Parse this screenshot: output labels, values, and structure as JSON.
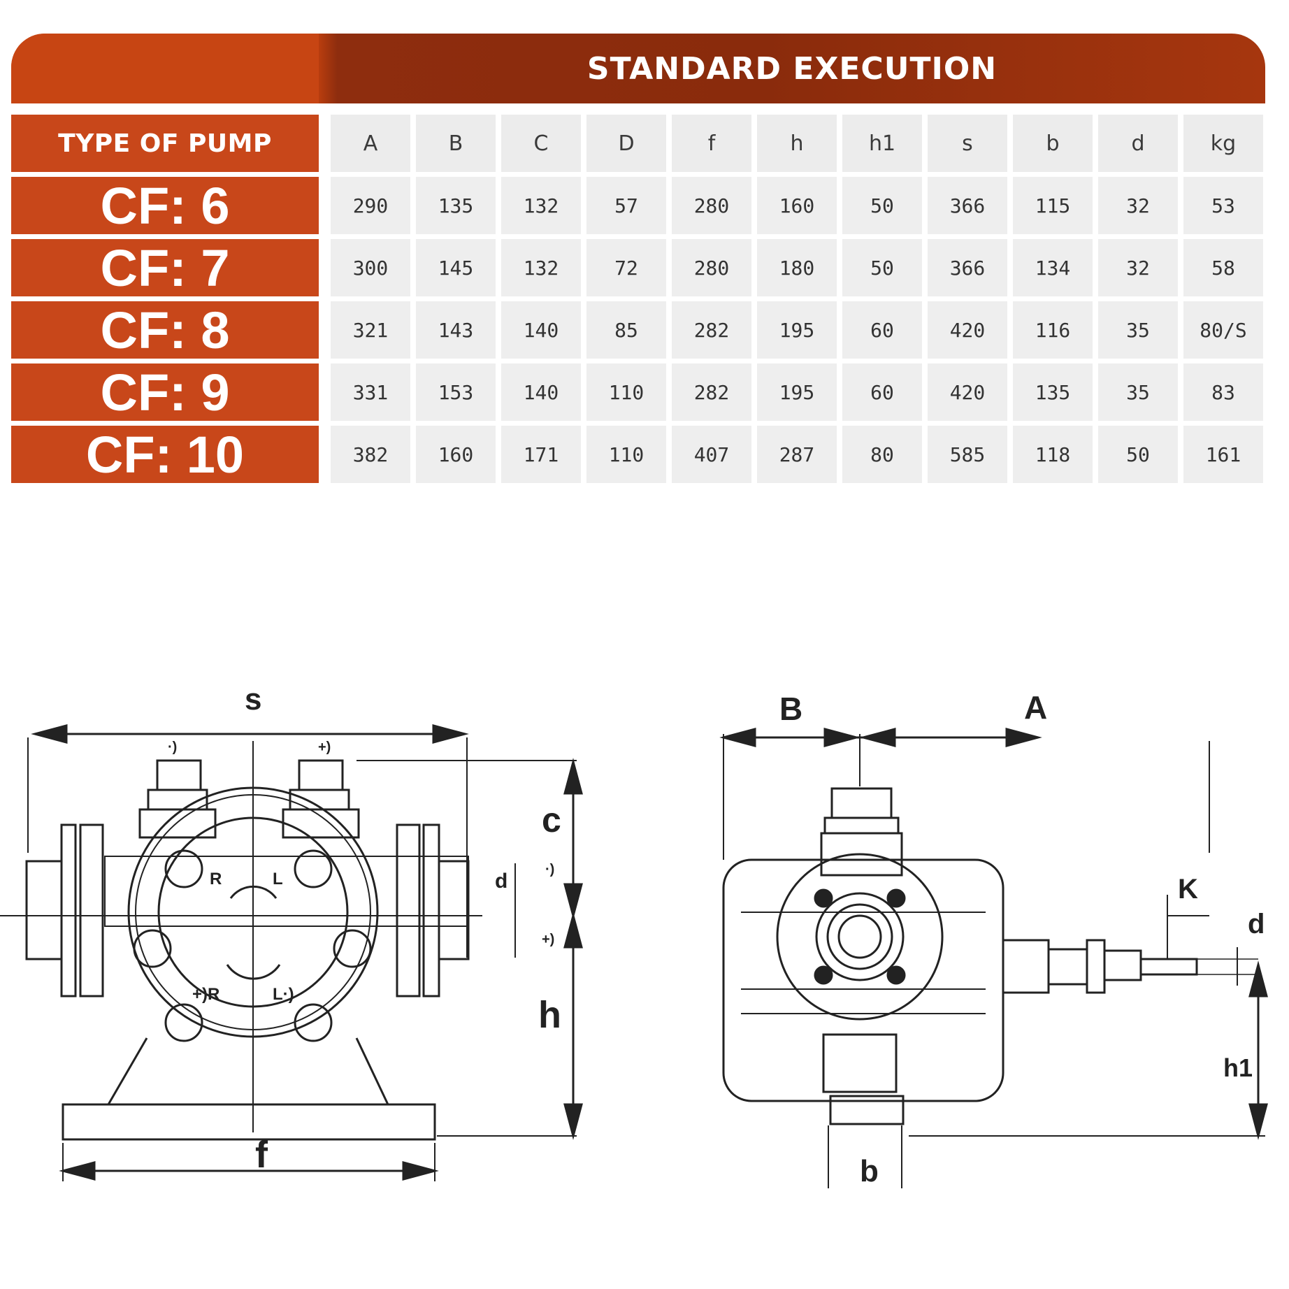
{
  "table": {
    "title": "STANDARD EXECUTION",
    "type_header": "TYPE OF PUMP",
    "columns": [
      "A",
      "B",
      "C",
      "D",
      "f",
      "h",
      "h1",
      "s",
      "b",
      "d",
      "kg"
    ],
    "rows": [
      {
        "type": "CF: 6",
        "values": [
          "290",
          "135",
          "132",
          "57",
          "280",
          "160",
          "50",
          "366",
          "115",
          "32",
          "53"
        ]
      },
      {
        "type": "CF: 7",
        "values": [
          "300",
          "145",
          "132",
          "72",
          "280",
          "180",
          "50",
          "366",
          "134",
          "32",
          "58"
        ]
      },
      {
        "type": "CF: 8",
        "values": [
          "321",
          "143",
          "140",
          "85",
          "282",
          "195",
          "60",
          "420",
          "116",
          "35",
          "80/S"
        ]
      },
      {
        "type": "CF: 9",
        "values": [
          "331",
          "153",
          "140",
          "110",
          "282",
          "195",
          "60",
          "420",
          "135",
          "35",
          "83"
        ]
      },
      {
        "type": "CF: 10",
        "values": [
          "382",
          "160",
          "171",
          "110",
          "407",
          "287",
          "80",
          "585",
          "118",
          "50",
          "161"
        ]
      }
    ]
  },
  "drawing_front": {
    "labels": {
      "s": "s",
      "c": "c",
      "h": "h",
      "f": "f",
      "d": "d"
    },
    "rotation_labels": [
      "R",
      "L",
      "+)R",
      "L·)"
    ],
    "port_marks": [
      "·)",
      "+)",
      "·)",
      "+)"
    ]
  },
  "drawing_side": {
    "labels": {
      "B": "B",
      "A": "A",
      "K": "K",
      "d": "d",
      "h1": "h1",
      "b": "b"
    }
  }
}
